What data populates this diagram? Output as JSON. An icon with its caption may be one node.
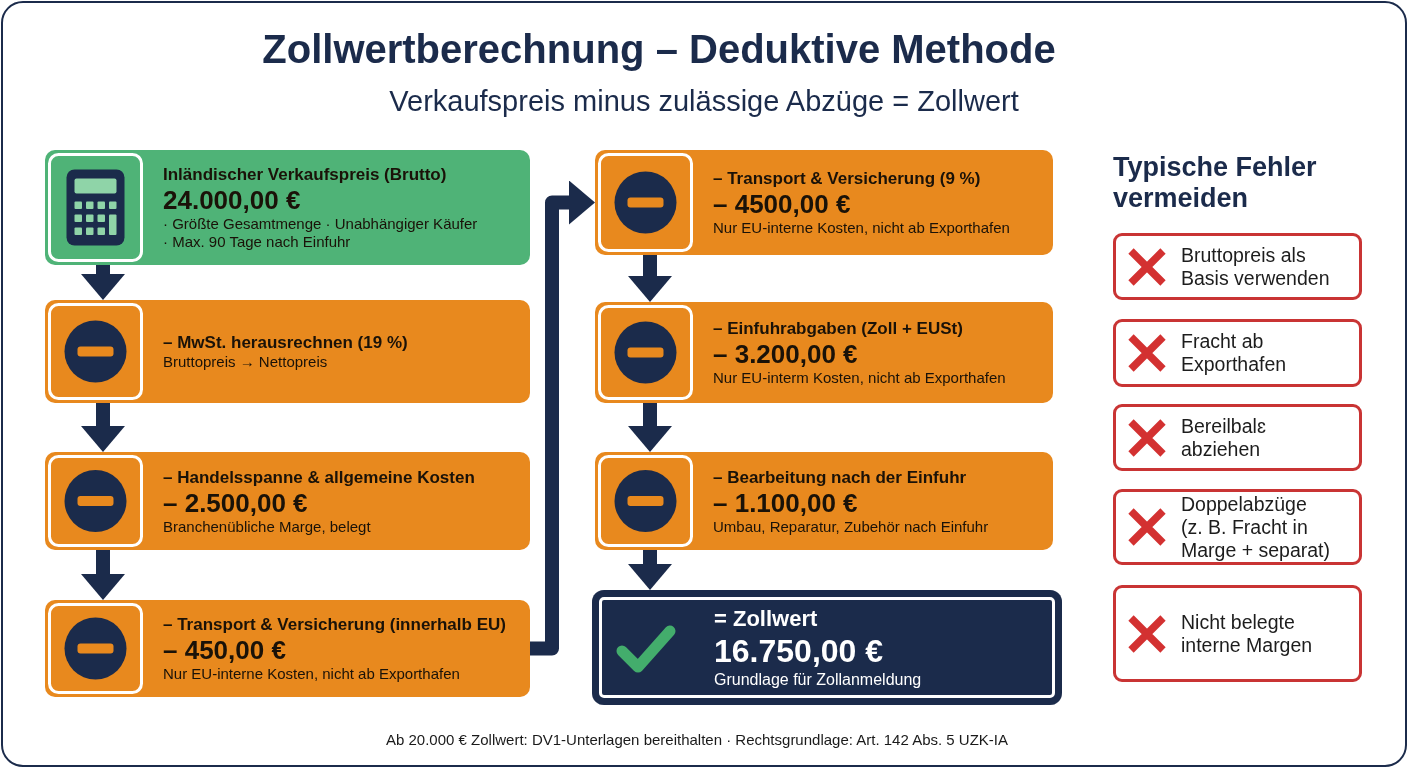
{
  "diagram": {
    "title": "Zollwertberechnung – Deduktive Methode",
    "caption": "Ab 20.000 € Zollwert: DV1-Unterlagen bereithalten · Rechtsgrundlage: Art. 142 Abs. 5 UZK-IA",
    "nodes": [
      {
        "text": [
          "Inländischer Verkaufspreis (Brutto)",
          "24.000,00 €",
          "· Größte Gesamtmenge · Unabhängiger Käufer · Max. 90 Tage nach Einfuhr"
        ]
      },
      {
        "text": [
          "– MwSt. herausrechnen (19 %)",
          "Bruttopreis → Nettopreis"
        ]
      },
      {
        "text": [
          "– Handelsspanne & allgemeine Kosten",
          "– 2.500,00 €",
          "Branchenübliche Marge, belegt"
        ]
      },
      {
        "text": [
          "– Transport & Versicherung (innerhalb EU)",
          "– 450,00 €",
          "Nur EU-interne Kosten, nicht ab Exporthafen"
        ]
      },
      {
        "text": [
          "– Transport & Versicherung (9 %)",
          "– 4500,00 €",
          "Nur EU-interne Kosten, nicht ab Exporthafen"
        ]
      },
      {
        "text": [
          "– Einfuhrabgaben (Zoll + EUSt)",
          "– 3.200,00 €",
          "Nur EU-interm Kosten, nicht ab Exporthafen"
        ]
      },
      {
        "text": [
          "– Bearbeitung nach der Einfuhr",
          "– 1.100,00 €",
          "Umbau, Reparatur, Zubehör nach Einfuhr"
        ]
      },
      {
        "text": [
          "= Zollwert",
          "16.750,00 €",
          "Grundlage für Zollanmeldung"
        ]
      },
      {
        "text": [
          "Bruttopreis als Basis verwenden"
        ]
      },
      {
        "text": [
          "Fracht ab Exporthafen"
        ]
      },
      {
        "text": [
          "Bereilbalɛ abziehen"
        ]
      },
      {
        "text": [
          "Doppelabzüge (z. B. Fracht in Marge + separat)"
        ]
      },
      {
        "text": [
          "Nicht belegte interne Margen"
        ]
      }
    ],
    "edges": [
      {
        "from": 0,
        "to": 1,
        "arrow": "to"
      },
      {
        "from": 1,
        "to": 2,
        "arrow": "to"
      },
      {
        "from": 2,
        "to": 3,
        "arrow": "to"
      },
      {
        "from": 3,
        "to": 4,
        "arrow": "to"
      },
      {
        "from": 4,
        "to": 5,
        "arrow": "to"
      },
      {
        "from": 5,
        "to": 6,
        "arrow": "to"
      },
      {
        "from": 6,
        "to": 7,
        "arrow": "to"
      }
    ],
    "labels": [
      "Verkaufspreis minus zulässige Abzüge = Zollwert",
      "Typische Fehler vermeiden"
    ]
  }
}
